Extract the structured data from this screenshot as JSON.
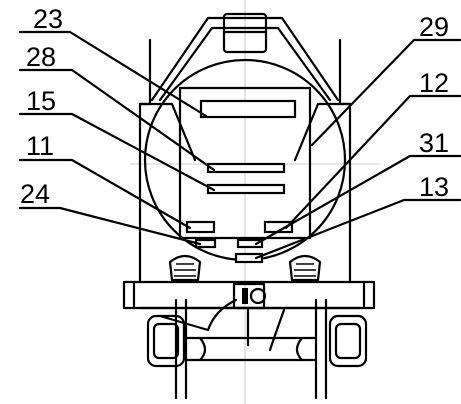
{
  "callouts": [
    {
      "label": "23",
      "target": "label-plate-top"
    },
    {
      "label": "28",
      "target": "label-plate-middle"
    },
    {
      "label": "15",
      "target": "label-plate-lower"
    },
    {
      "label": "11",
      "target": "small-plate-left"
    },
    {
      "label": "24",
      "target": "tiny-plate-left"
    },
    {
      "label": "29",
      "target": "tank-shell"
    },
    {
      "label": "12",
      "target": "small-plate-right"
    },
    {
      "label": "31",
      "target": "tiny-plate-right"
    },
    {
      "label": "13",
      "target": "tiny-plate-bottom"
    }
  ]
}
